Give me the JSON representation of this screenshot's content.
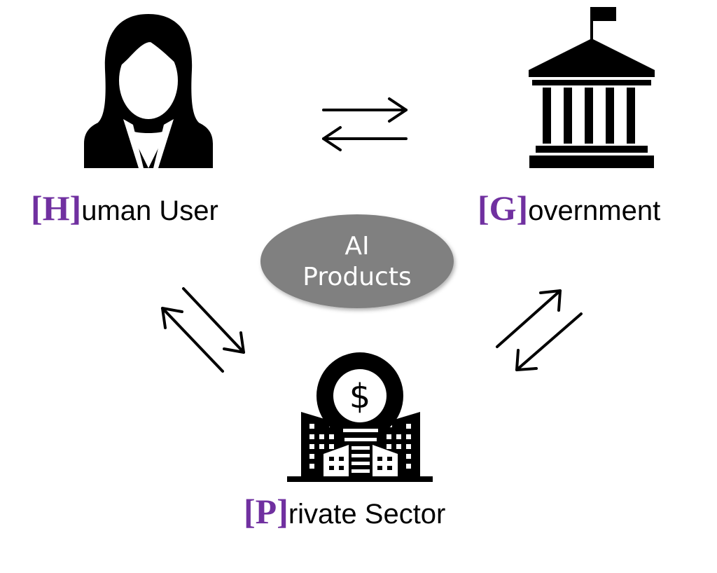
{
  "center": {
    "line1": "AI",
    "line2": "Products"
  },
  "nodes": {
    "human": {
      "initial": "[H]",
      "rest": "uman User"
    },
    "government": {
      "initial": "[G]",
      "rest": "overnment"
    },
    "private": {
      "initial": "[P]",
      "rest": "rivate Sector"
    }
  },
  "colors": {
    "accent": "#7030A0",
    "ellipse": "#808080",
    "icon": "#000000"
  }
}
